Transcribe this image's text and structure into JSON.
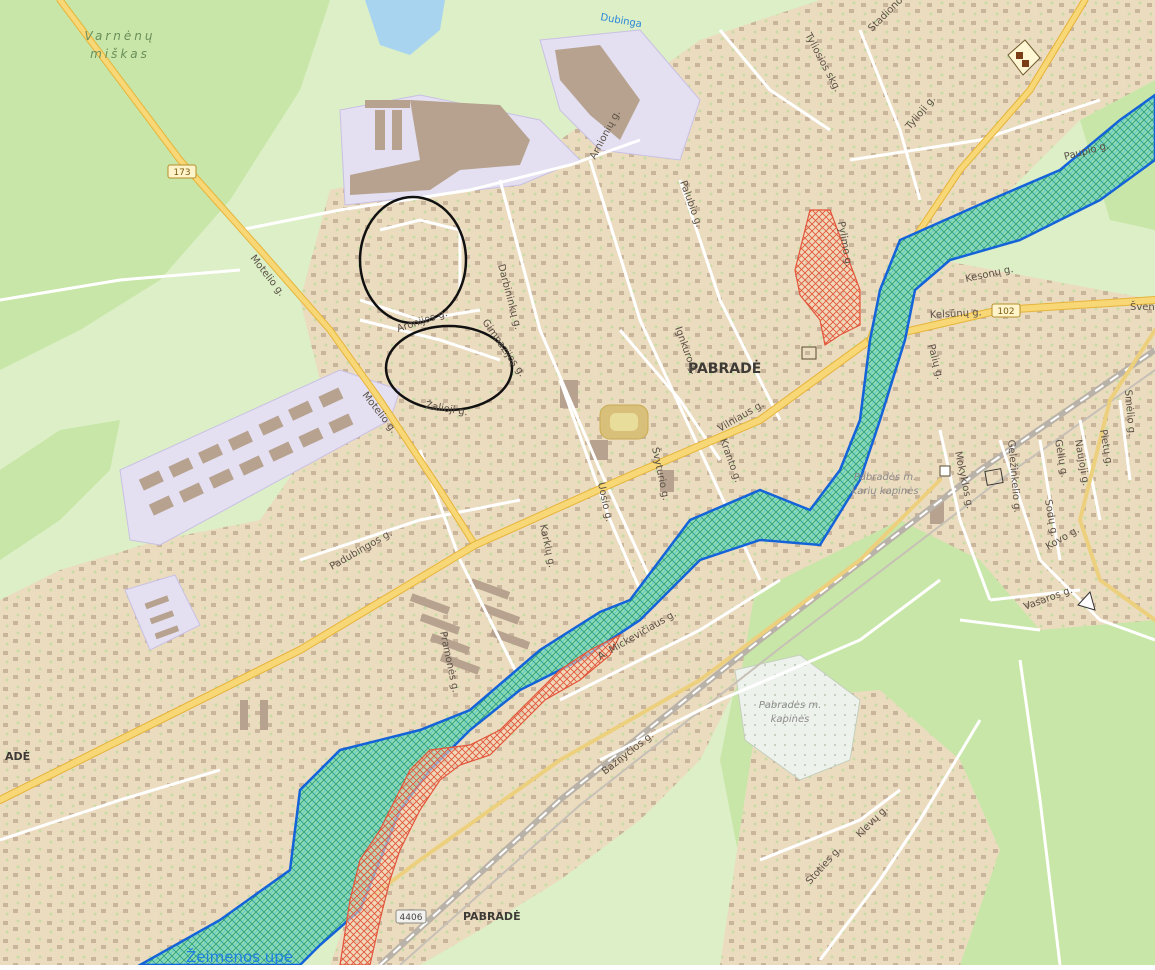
{
  "map": {
    "place_labels": {
      "pabrade_main": "PABRADĖ",
      "pabrade_bottom": "PABRADĖ",
      "pabrade_left_fragment": "ADĖ"
    },
    "area_labels": {
      "forest_nw_line1": "Varnėnų",
      "forest_nw_line2": "miškas",
      "cemetery_line1": "Pabradės m.",
      "cemetery_line2": "kapinės",
      "soldiers_cemetery_line1": "Pabradės m.",
      "soldiers_cemetery_line2": "karių kapinės"
    },
    "water_labels": {
      "river_south": "Žeimenos upė",
      "river_north": "Dubinga"
    },
    "road_shields": {
      "r173": "173",
      "r102": "102",
      "r4406": "4406"
    },
    "streets": {
      "motelio_1": "Motelio g.",
      "motelio_2": "Motelio g.",
      "zalioji": "Žalioji g.",
      "aronijos": "Aronijos g.",
      "darbininku": "Darbininkų g.",
      "gimnazijos": "Gimnazijos g.",
      "arnionu": "Arnionių g.",
      "palubio": "Palubio g.",
      "tylioji": "Tylioji g.",
      "tyliosios_alej": "Tyliosios skg.",
      "stadiono": "Stadiono g.",
      "paupio": "Paupio g.",
      "pylimo": "Pylimo g.",
      "kesonu": "Kesonų g.",
      "kelsunu": "Kelsūnų g.",
      "sveic": "Švenčionių g.",
      "paliu": "Palių g.",
      "ignkuro": "Ignkuro g.",
      "vilniaus": "Vilniaus g.",
      "kranto": "Kranto g.",
      "svyturio": "Švyturio g.",
      "uosio": "Uosio g.",
      "karklu": "Karklų g.",
      "padubingos": "Padubingos g.",
      "pramones": "Pramonės g.",
      "mickeviciaus": "A. Mickevičiaus g.",
      "baznycios": "Bažnyčios g.",
      "klevu": "Klevų g.",
      "stoties": "Stoties g.",
      "gelezinkelio": "Geležinkelio g.",
      "mokyklos": "Mokyklos g.",
      "geliu": "Gėlių g.",
      "naujoji": "Naujoji g.",
      "pietu": "Pietų g.",
      "sodu": "Sodų g.",
      "kovo": "Kovo g.",
      "vasaros": "Vasaros g.",
      "smelio": "Smėlio g."
    },
    "colors": {
      "urban": "#ecdcbf",
      "forest": "#c8e6a8",
      "meadow": "#dcefc7",
      "industrial": "#e4e0f2",
      "building": "#b6a28e",
      "major_road": "#f4cc5a",
      "road": "#ffffff",
      "river_fill": "#7fd7c7",
      "river_outline": "#1463d8",
      "restricted_hatch": "#e2553b",
      "water": "#a8d4ef",
      "railway": "#b9b2a8",
      "annotation_circle": "#111111"
    }
  }
}
